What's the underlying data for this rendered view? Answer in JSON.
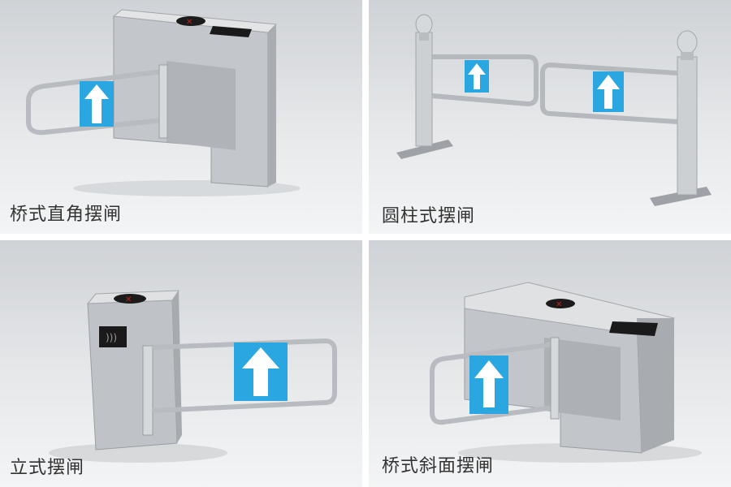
{
  "panels": [
    {
      "caption": "桥式直角摆闸"
    },
    {
      "caption": "圆柱式摆闸"
    },
    {
      "caption": "立式摆闸"
    },
    {
      "caption": "桥式斜面摆闸"
    }
  ],
  "colors": {
    "steel_light": "#d9dcdf",
    "steel_mid": "#b9bdc1",
    "steel_dark": "#8f9398",
    "arrow_panel": "#2aa7e0",
    "arrow": "#ffffff",
    "indicator_red": "#c0201a",
    "reader_black": "#1a1a1a",
    "divider": "#ffffff"
  },
  "icons": [
    "up-arrow-icon",
    "red-x-indicator-icon",
    "card-reader-icon"
  ]
}
